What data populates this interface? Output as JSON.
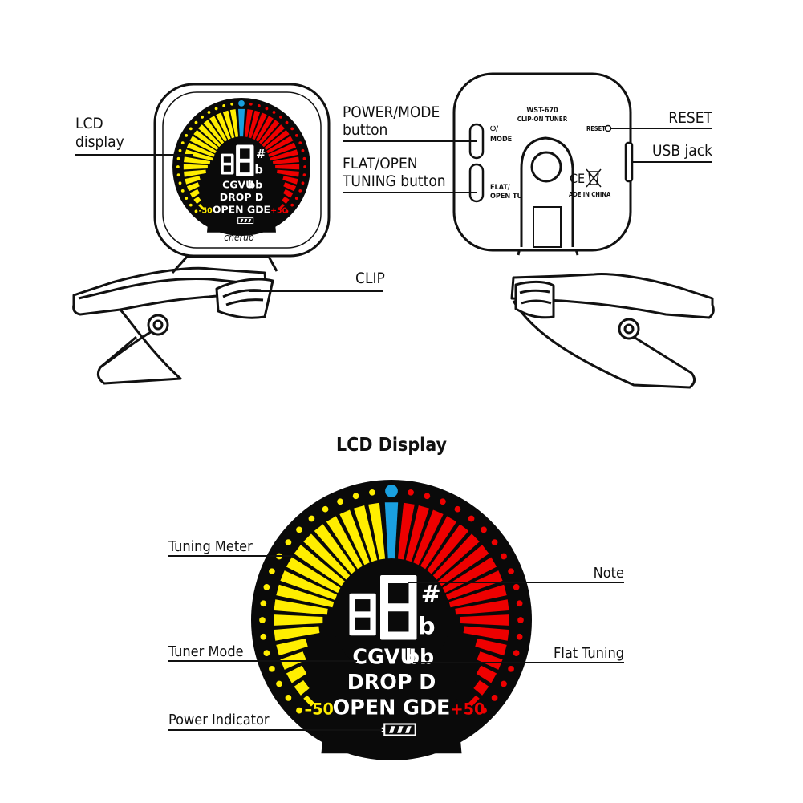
{
  "colors": {
    "flat": "#ffee00",
    "sharp": "#ee0000",
    "center": "#1aa0e0",
    "lcd_bg": "#0a0a0a",
    "ink": "#111111"
  },
  "front_view": {
    "callouts": {
      "lcd_display_line1": "LCD",
      "lcd_display_line2": "display",
      "clip": "CLIP"
    },
    "brand": "cherub",
    "lcd": {
      "mode_line": "CGVU",
      "flat_symbol": "bb",
      "drop_line": "DROP D",
      "open_line": "OPEN GDE",
      "minus": "-50",
      "plus": "+50"
    }
  },
  "back_view": {
    "callouts": {
      "power_mode_line1": "POWER/MODE",
      "power_mode_line2": "button",
      "flat_open_line1": "FLAT/OPEN",
      "flat_open_line2": "TUNING button",
      "reset": "RESET",
      "usb_jack": "USB jack"
    },
    "device_text": {
      "model": "WST-670",
      "product": "CLIP-ON TUNER",
      "power_symbol": "⏻/",
      "mode": "MODE",
      "flat1": "FLAT/",
      "flat2": "OPEN TU",
      "reset": "RESET",
      "ce": "CE",
      "made_in": "ADE IN CHINA"
    }
  },
  "lcd_detail": {
    "title": "LCD Display",
    "callouts": {
      "tuning_meter": "Tuning Meter",
      "note": "Note",
      "tuner_mode": "Tuner Mode",
      "flat_tuning": "Flat Tuning",
      "power_indicator": "Power Indicator"
    },
    "lcd": {
      "mode_line": "CGVU",
      "flat_symbol": "bb",
      "drop_line": "DROP D",
      "open_line": "OPEN GDE",
      "minus": "–50",
      "plus": "+50",
      "sharp": "#",
      "flat": "b"
    }
  }
}
